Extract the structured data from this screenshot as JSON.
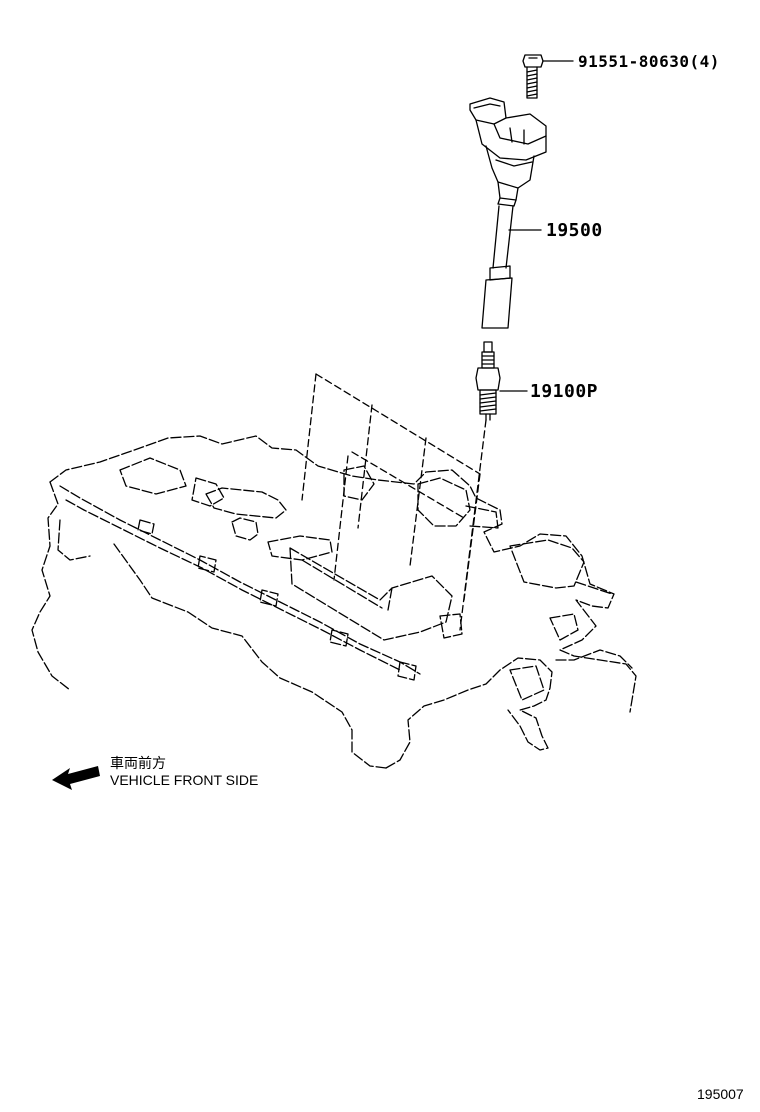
{
  "parts": [
    {
      "id": "bolt",
      "part_number": "91551-80630(4)",
      "component": "bolt"
    },
    {
      "id": "ignition-coil",
      "part_number": "19500",
      "component": "ignition coil"
    },
    {
      "id": "spark-plug",
      "part_number": "19100P",
      "component": "spark plug"
    }
  ],
  "direction": {
    "japanese": "車両前方",
    "english": "VEHICLE FRONT SIDE",
    "icon": "arrow-left-icon"
  },
  "figure_number": "195007",
  "colors": {
    "line": "#000000",
    "background": "#ffffff"
  }
}
